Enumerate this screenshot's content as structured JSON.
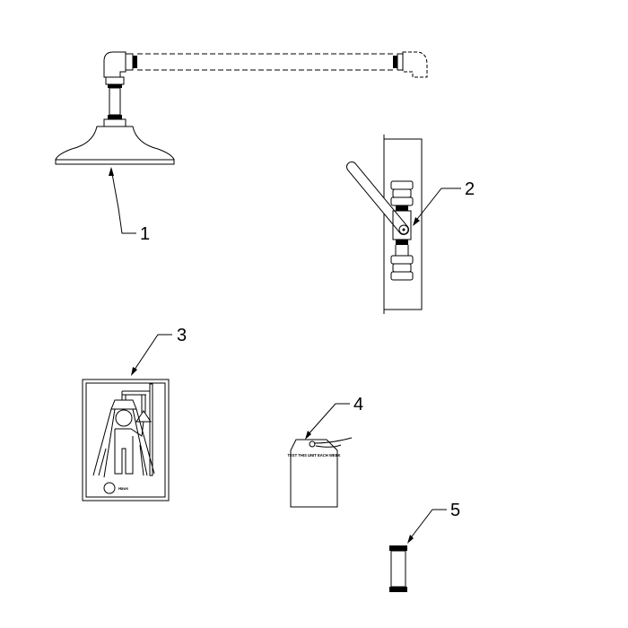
{
  "callouts": [
    {
      "number": "1",
      "part": "shower-head"
    },
    {
      "number": "2",
      "part": "stay-open-valve"
    },
    {
      "number": "3",
      "part": "emergency-shower-sign"
    },
    {
      "number": "4",
      "part": "inspection-tag"
    },
    {
      "number": "5",
      "part": "pipe-nipple"
    }
  ],
  "tag": {
    "text": "TEST THIS UNIT EACH WEEK"
  },
  "colors": {
    "line": "#000000",
    "background": "#ffffff",
    "fill": "#ffffff"
  }
}
